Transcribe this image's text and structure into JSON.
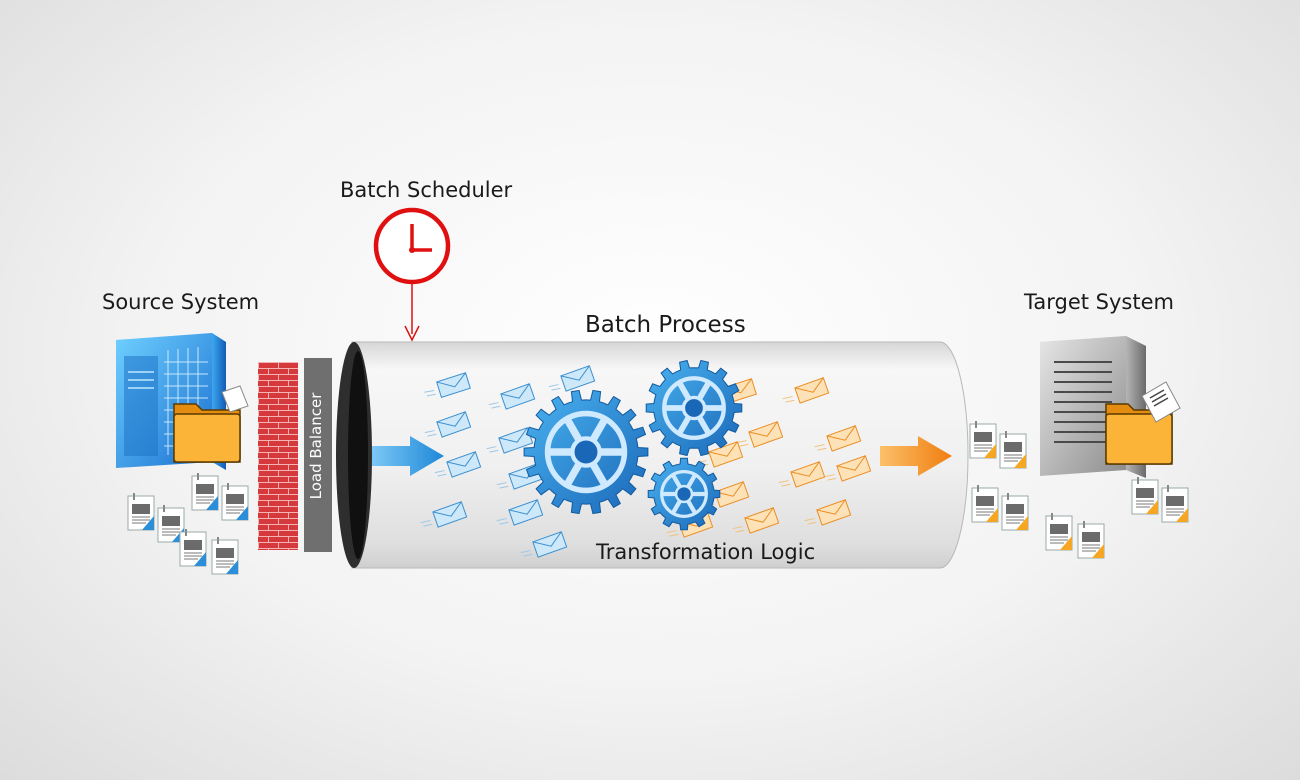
{
  "labels": {
    "source_system": "Source System",
    "batch_scheduler": "Batch Scheduler",
    "batch_process": "Batch Process",
    "target_system": "Target System",
    "load_balancer": "Load Balancer",
    "transformation_logic": "Transformation Logic"
  },
  "colors": {
    "source_server": "#2a9fe3",
    "folder": "#f5a623",
    "firewall_brick": "#d43a3a",
    "load_balancer": "#6f6f6f",
    "scheduler_clock": "#e01010",
    "inbound_arrow": "#2a8fdc",
    "gear": "#1f7fd0",
    "outbound_arrow": "#f08a1c",
    "target_server": "#8a8a8a",
    "source_message": "#bfe0f5",
    "target_message": "#fbd9a8"
  },
  "icons": {
    "source_server": "server-icon",
    "target_server": "server-icon",
    "folder": "folder-icon",
    "document": "document-icon",
    "clock": "clock-icon",
    "gear": "gear-icon",
    "envelope": "envelope-icon",
    "firewall": "firewall-icon",
    "arrow": "arrow-icon"
  }
}
